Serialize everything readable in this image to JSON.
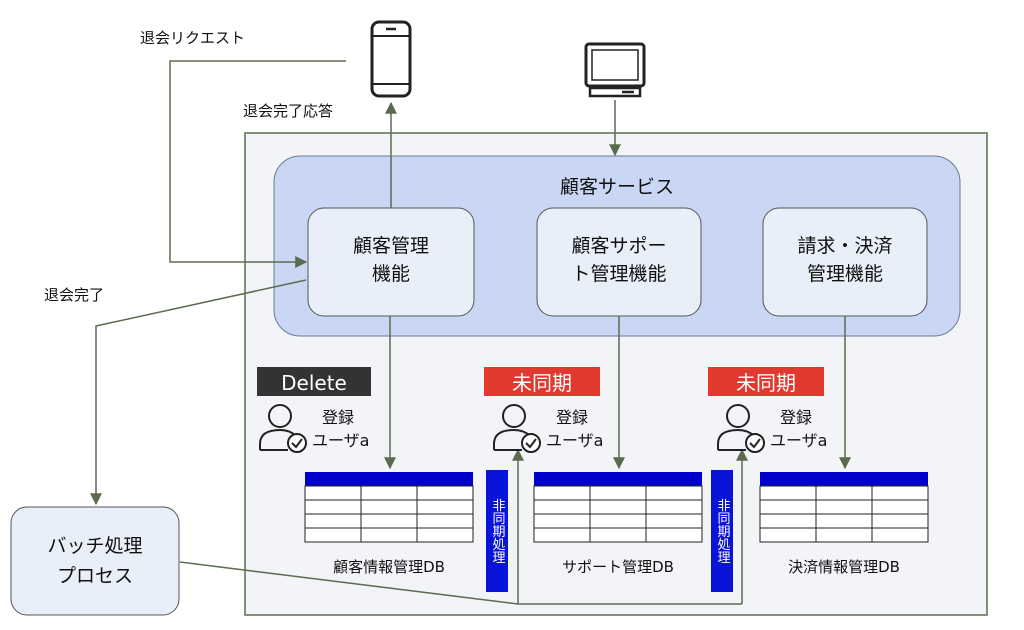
{
  "labels": {
    "withdraw_request": "退会リクエスト",
    "withdraw_done_response": "退会完了応答",
    "withdraw_done": "退会完了"
  },
  "service": {
    "title": "顧客サービス",
    "functions": [
      {
        "line1": "顧客管理",
        "line2": "機能"
      },
      {
        "line1": "顧客サポー",
        "line2": "ト管理機能"
      },
      {
        "line1": "請求・決済",
        "line2": "管理機能"
      }
    ]
  },
  "badges": {
    "delete": "Delete",
    "unsynced": "未同期"
  },
  "user": {
    "line1": "登録",
    "line2": "ユーザa"
  },
  "databases": [
    {
      "label": "顧客情報管理DB"
    },
    {
      "label": "サポート管理DB"
    },
    {
      "label": "決済情報管理DB"
    }
  ],
  "async_label": "非同期処理",
  "batch": {
    "line1": "バッチ処理",
    "line2": "プロセス"
  },
  "colors": {
    "arrow": "#5b6b4f",
    "service_fill": "#c9d7f4",
    "function_fill": "#e8eff8",
    "outer_fill": "#f2f4f7",
    "delete_badge": "#333333",
    "unsynced_badge": "#e03a2e",
    "db_header": "#0000cc",
    "async_bar": "#0a14d8"
  }
}
